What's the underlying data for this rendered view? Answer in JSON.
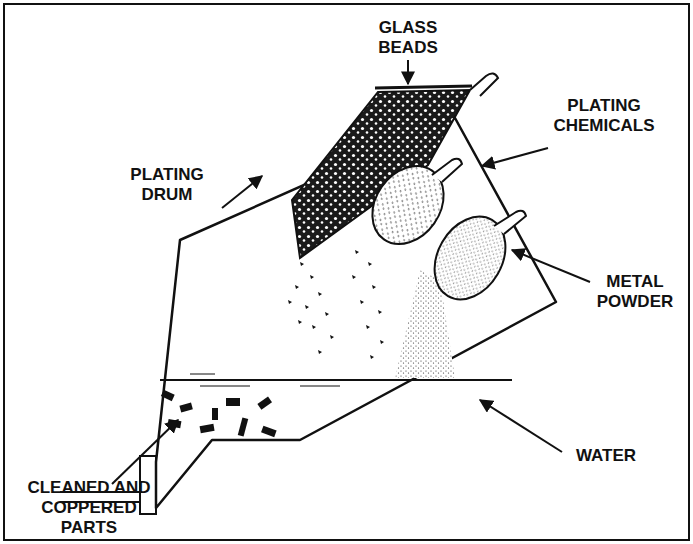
{
  "diagram": {
    "labels": [
      "GLASS BEADS",
      "PLATING DRUM",
      "PLATING CHEMICALS",
      "METAL POWDER",
      "WATER",
      "CLEANED AND COPPERED PARTS"
    ]
  }
}
